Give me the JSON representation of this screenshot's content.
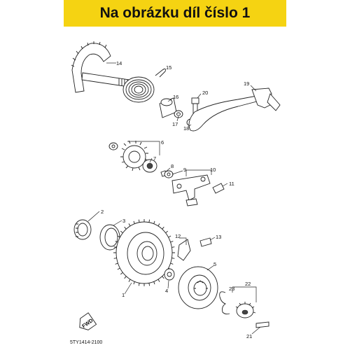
{
  "banner": {
    "text": "Na obrázku díl číslo 1",
    "color": "#f5d312"
  },
  "diagram": {
    "code": "5TY1414-2100",
    "fwd_label": "FWD",
    "part_numbers": [
      "1",
      "2",
      "3",
      "4",
      "5",
      "6",
      "7",
      "8",
      "9",
      "10",
      "11",
      "12",
      "13",
      "14",
      "15",
      "16",
      "17",
      "18",
      "19",
      "20",
      "21",
      "22",
      "23"
    ]
  }
}
